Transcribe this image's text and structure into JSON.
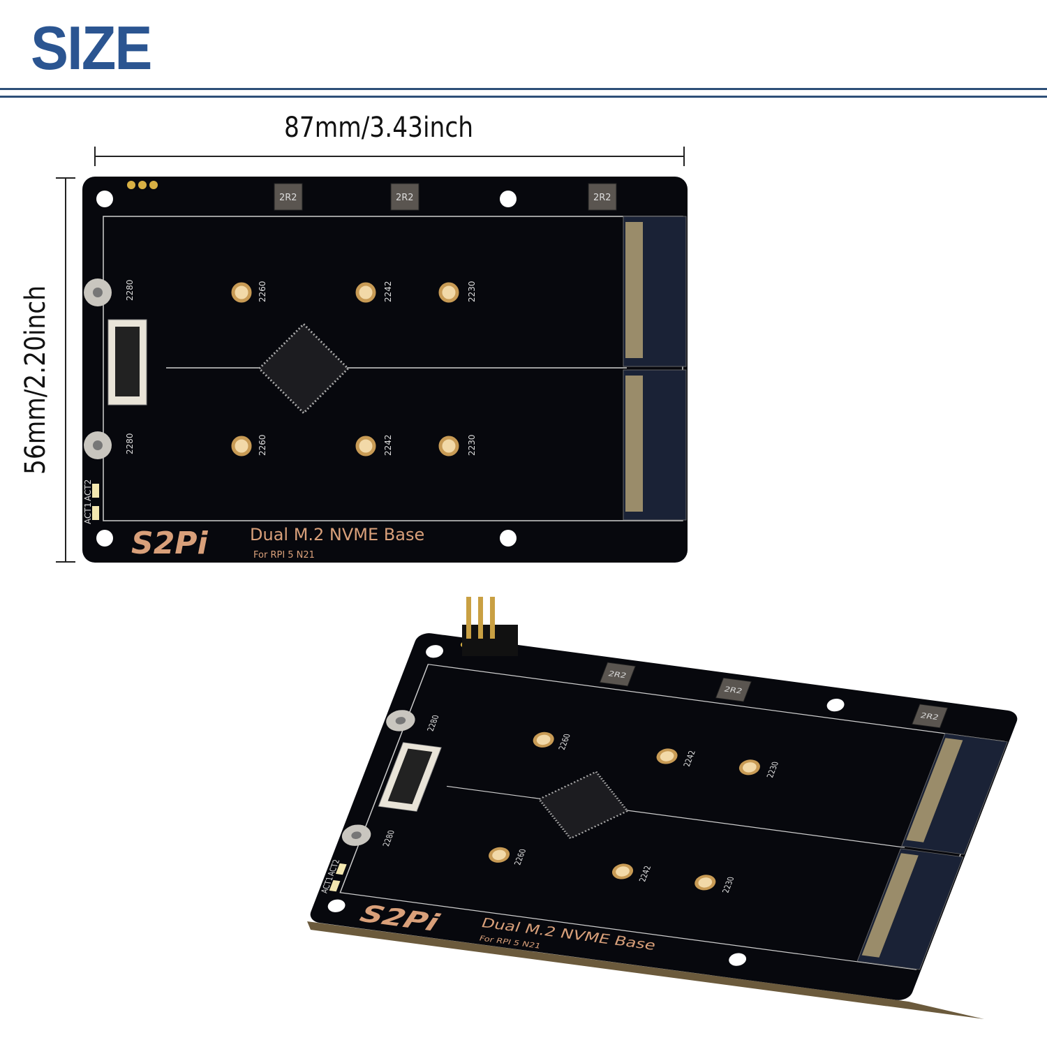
{
  "header": {
    "title": "SIZE"
  },
  "dimensions": {
    "width_label": "87mm/3.43inch",
    "height_label": "56mm/2.20inch"
  },
  "board": {
    "brand": "S2Pi",
    "product_name": "Dual M.2 NVME Base",
    "subtitle": "For RPI 5 N21",
    "inductor_label": "2R2",
    "mount_labels": [
      "2260",
      "2242",
      "2230",
      "2280"
    ],
    "led_labels": [
      "ACT2",
      "ACT1"
    ],
    "colors": {
      "pcb": "#07080d",
      "silkscreen": "#d9d9d9",
      "logo": "#d9a07a",
      "accent": "#2b5591"
    }
  }
}
